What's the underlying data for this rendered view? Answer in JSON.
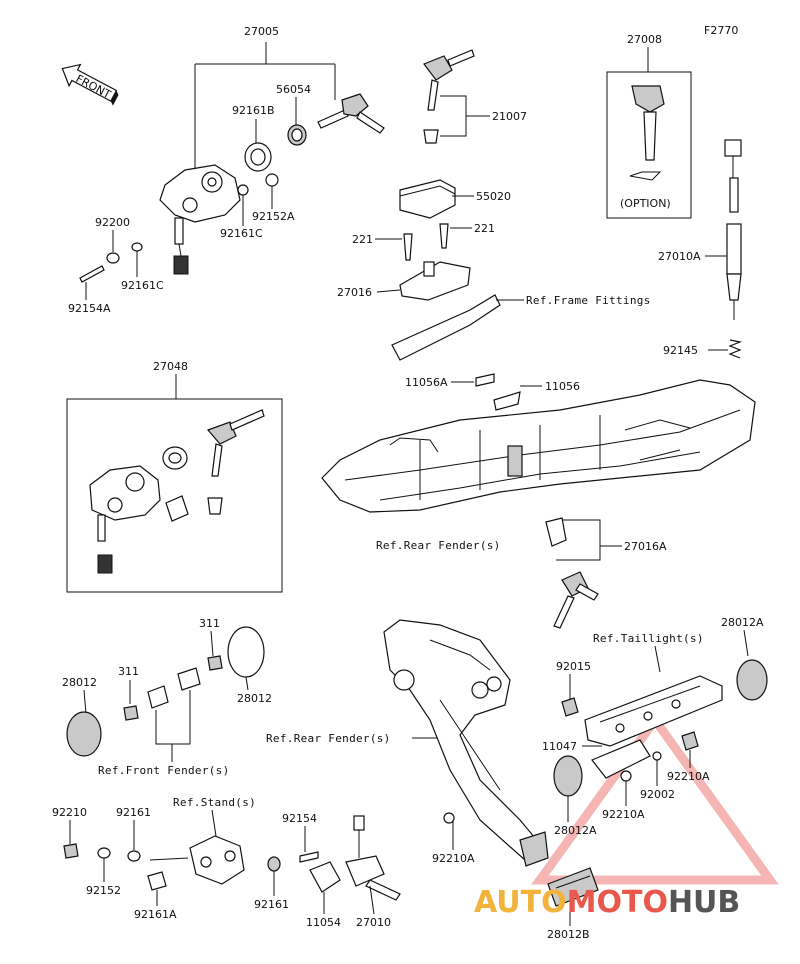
{
  "figure_code": "F2770",
  "front_label": "FRONT",
  "option_label": "(OPTION)",
  "parts": {
    "p27005": "27005",
    "p56054": "56054",
    "p92161B": "92161B",
    "p92200": "92200",
    "p92161C_a": "92161C",
    "p92152A": "92152A",
    "p92161C_b": "92161C",
    "p92154A": "92154A",
    "p21007": "21007",
    "p55020": "55020",
    "p221_a": "221",
    "p221_b": "221",
    "p27016": "27016",
    "p27008": "27008",
    "p27010A": "27010A",
    "p92145": "92145",
    "p27048": "27048",
    "p11056A": "11056A",
    "p11056": "11056",
    "p27016A": "27016A",
    "p311_a": "311",
    "p28012_a": "28012",
    "p311_b": "311",
    "p28012_b": "28012",
    "p28012A_a": "28012A",
    "p92015": "92015",
    "p11047": "11047",
    "p92210A_a": "92210A",
    "p92002": "92002",
    "p92210A_b": "92210A",
    "p28012A_b": "28012A",
    "p92210A_c": "92210A",
    "p28012B": "28012B",
    "p92210": "92210",
    "p92161_a": "92161",
    "p92152": "92152",
    "p92161A": "92161A",
    "p92154": "92154",
    "p92161_b": "92161",
    "p11054": "11054",
    "p27010": "27010"
  },
  "refs": {
    "frame_fittings": "Ref.Frame Fittings",
    "rear_fender_1": "Ref.Rear Fender(s)",
    "front_fender": "Ref.Front Fender(s)",
    "taillight": "Ref.Taillight(s)",
    "rear_fender_2": "Ref.Rear Fender(s)",
    "stand": "Ref.Stand(s)"
  },
  "watermark": {
    "part1": "AUTO",
    "part2": "MOTO",
    "part3": "HUB",
    "color_orange": "#f2b33d",
    "color_red": "#e8584d",
    "color_gray": "#555555"
  }
}
